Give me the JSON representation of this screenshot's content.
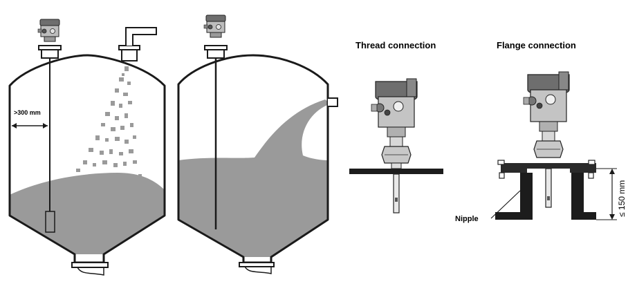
{
  "labels": {
    "thread_connection": "Thread connection",
    "flange_connection": "Flange connection",
    "distance": ">300 mm",
    "nipple": "Nipple",
    "height_limit": "≤ 150 mm"
  },
  "colors": {
    "material": "#9a9a9a",
    "outline": "#1a1a1a",
    "wall": "#1c1c1c",
    "housing": "#6e6e6e",
    "housing_light": "#a8a8a8"
  },
  "icons": [
    "level-sensor-icon",
    "level-sensor-icon",
    "level-sensor-icon",
    "level-sensor-icon"
  ]
}
